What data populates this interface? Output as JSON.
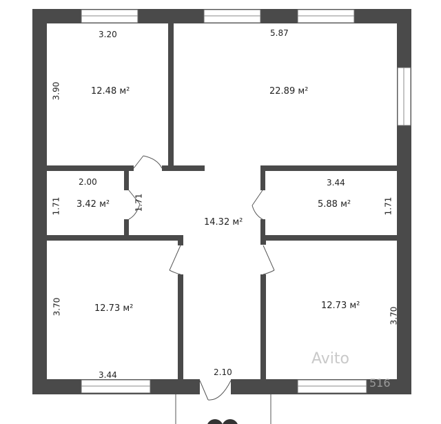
{
  "plan": {
    "rooms": [
      {
        "id": "room-top-left",
        "area": "12.48 м²",
        "width": "3.20",
        "height": "3.90"
      },
      {
        "id": "room-top-right",
        "area": "22.89 м²",
        "width": "5.87"
      },
      {
        "id": "room-bath-left",
        "area": "3.42 м²",
        "width": "2.00",
        "height": "1.71",
        "height_inner": "1.71"
      },
      {
        "id": "room-hall",
        "area": "14.32 м²"
      },
      {
        "id": "room-bath-right",
        "area": "5.88 м²",
        "width": "3.44",
        "height": "1.71"
      },
      {
        "id": "room-bottom-left",
        "area": "12.73 м²",
        "width": "3.44",
        "height": "3.70"
      },
      {
        "id": "room-bottom-right",
        "area": "12.73 м²",
        "height": "3.70"
      }
    ],
    "hall_width": "2.10"
  },
  "watermark": {
    "text": "Avito",
    "number": "516"
  },
  "colors": {
    "wall": "#4a4a4a",
    "window": "#ffffff",
    "paper": "#ffffff",
    "text": "#222222"
  }
}
